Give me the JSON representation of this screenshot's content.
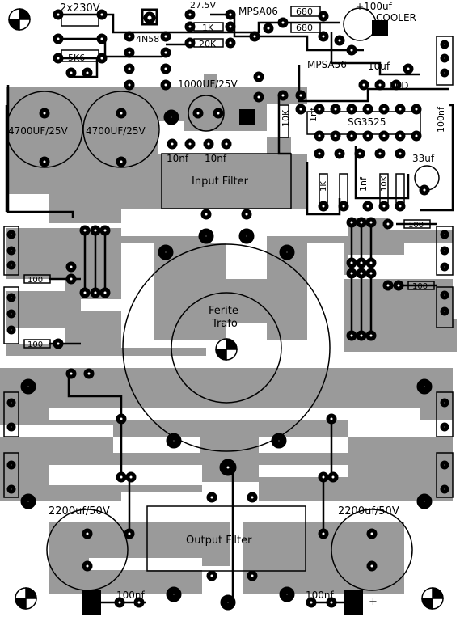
{
  "labels": {
    "transformer": "2x230V",
    "trafo_voltage": "27.5V",
    "mpsa06": "MPSA06",
    "mpsa56": "MPSA56",
    "r_680_a": "680",
    "r_680_b": "680",
    "r_1k": "1K",
    "r_20k": "20K",
    "r_5k6": "5K6",
    "diode_4n58": "4N58",
    "cap_1000": "1000UF/25V",
    "cap_4700_left": "4700UF/25V",
    "cap_4700_right": "4700UF/25V",
    "cap_10nf_a": "10nf",
    "cap_10nf_b": "10nf",
    "input_filter": "Input Filter",
    "ic": "SG3525",
    "led": "LED",
    "cap_100uf_cooler_1": "+100uf",
    "cap_100uf_cooler_2": "COOLER",
    "cap_10uf": "10uf",
    "cap_33uf": "33uf",
    "cap_100nf_side": "100nf",
    "cap_1nf": "1nf",
    "r_1k_v": "1K",
    "r_10k_v": "10K",
    "r_100_l1": "100",
    "r_100_l2": "100",
    "r_100_r1": "100",
    "r_100_r2": "100",
    "r_10k_top": "10K",
    "cap_1nf_top": "1nf",
    "ferrite_1": "Ferite",
    "ferrite_2": "Trafo",
    "cap_2200_left": "2200uf/50V",
    "cap_2200_right": "2200uf/50V",
    "output_filter": "Output Filter",
    "cap_100nf_bl": "100nf",
    "cap_100nf_br": "100nf",
    "plus_sign": "+"
  }
}
